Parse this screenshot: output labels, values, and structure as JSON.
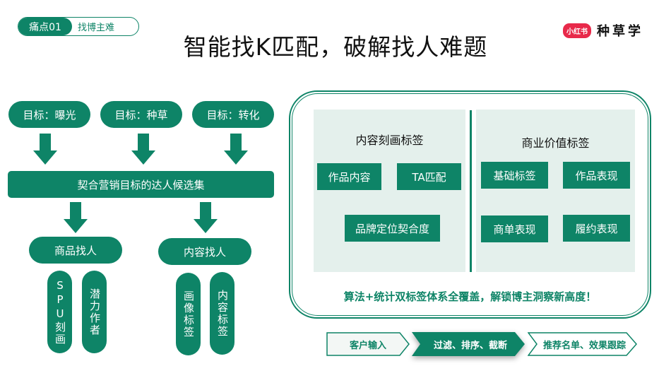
{
  "badge": {
    "number": "痛点01",
    "label": "找博主难"
  },
  "title": "智能找K匹配，破解找人难题",
  "logo": {
    "brand": "小红书",
    "name": "种草学"
  },
  "left_flow": {
    "goals": [
      "目标：曝光",
      "目标：种草",
      "目标：转化"
    ],
    "candidate_set": "契合营销目标的达人候选集",
    "branches": [
      {
        "label": "商品找人",
        "items": [
          "SPU刻画",
          "潜力作者"
        ]
      },
      {
        "label": "内容找人",
        "items": [
          "画像标签",
          "内容标签"
        ]
      }
    ]
  },
  "right_panel": {
    "content_tags": {
      "title": "内容刻画标签",
      "tags": [
        "作品内容",
        "TA匹配",
        "品牌定位契合度"
      ]
    },
    "business_tags": {
      "title": "商业价值标签",
      "tags": [
        "基础标签",
        "作品表现",
        "商单表现",
        "履约表现"
      ]
    },
    "slogan": "算法+统计双标签体系全覆盖，解锁博主洞察新高度！"
  },
  "process": [
    "客户输入",
    "过滤、排序、截断",
    "推荐名单、效果跟踪"
  ],
  "colors": {
    "primary": "#0e8467",
    "panel_bg": "#e4f0ec",
    "logo_red": "#e8294a"
  }
}
